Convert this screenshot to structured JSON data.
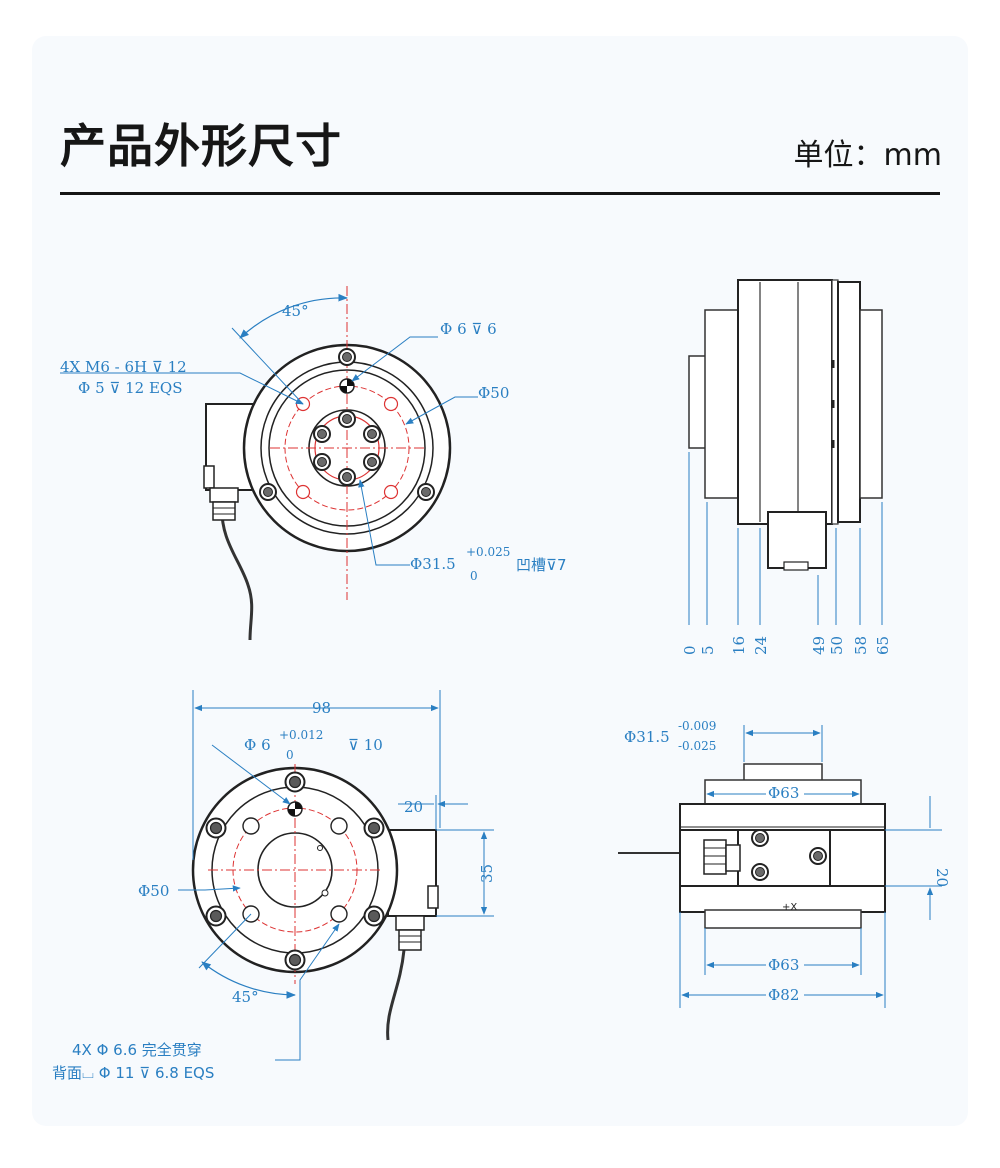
{
  "header": {
    "title": "产品外形尺寸",
    "unit": "单位：mm"
  },
  "view_front": {
    "angle": "45°",
    "tap_line1": "4X  M6 - 6H ⊽ 12",
    "tap_line2": "Φ 5 ⊽ 12 EQS",
    "pin_hole": "Φ 6 ⊽ 6",
    "pcd": "Φ50",
    "recess_main": "Φ31.5",
    "recess_tol_upper": "+0.025",
    "recess_tol_lower": "0",
    "recess_suffix": "凹槽⊽7"
  },
  "view_side": {
    "stations": [
      "0",
      "5",
      "16",
      "24",
      "49",
      "50",
      "58",
      "65"
    ]
  },
  "view_back": {
    "width": "98",
    "pin_main": "Φ 6",
    "pin_tol_upper": "+0.012",
    "pin_tol_lower": "0",
    "pin_depth": "⊽ 10",
    "box_width": "20",
    "box_height": "35",
    "pcd": "Φ50",
    "angle": "45°",
    "hole_line1": "4X  Φ 6.6 完全贯穿",
    "hole_line2": "背面⌴ Φ 11 ⊽ 6.8 EQS"
  },
  "view_elevation": {
    "shaft_main": "Φ31.5",
    "shaft_tol_upper": "-0.009",
    "shaft_tol_lower": "-0.025",
    "top_dia": "Φ63",
    "height": "20",
    "axis_mark": "+X",
    "bottom_dia": "Φ63",
    "outer_dia": "Φ82"
  }
}
